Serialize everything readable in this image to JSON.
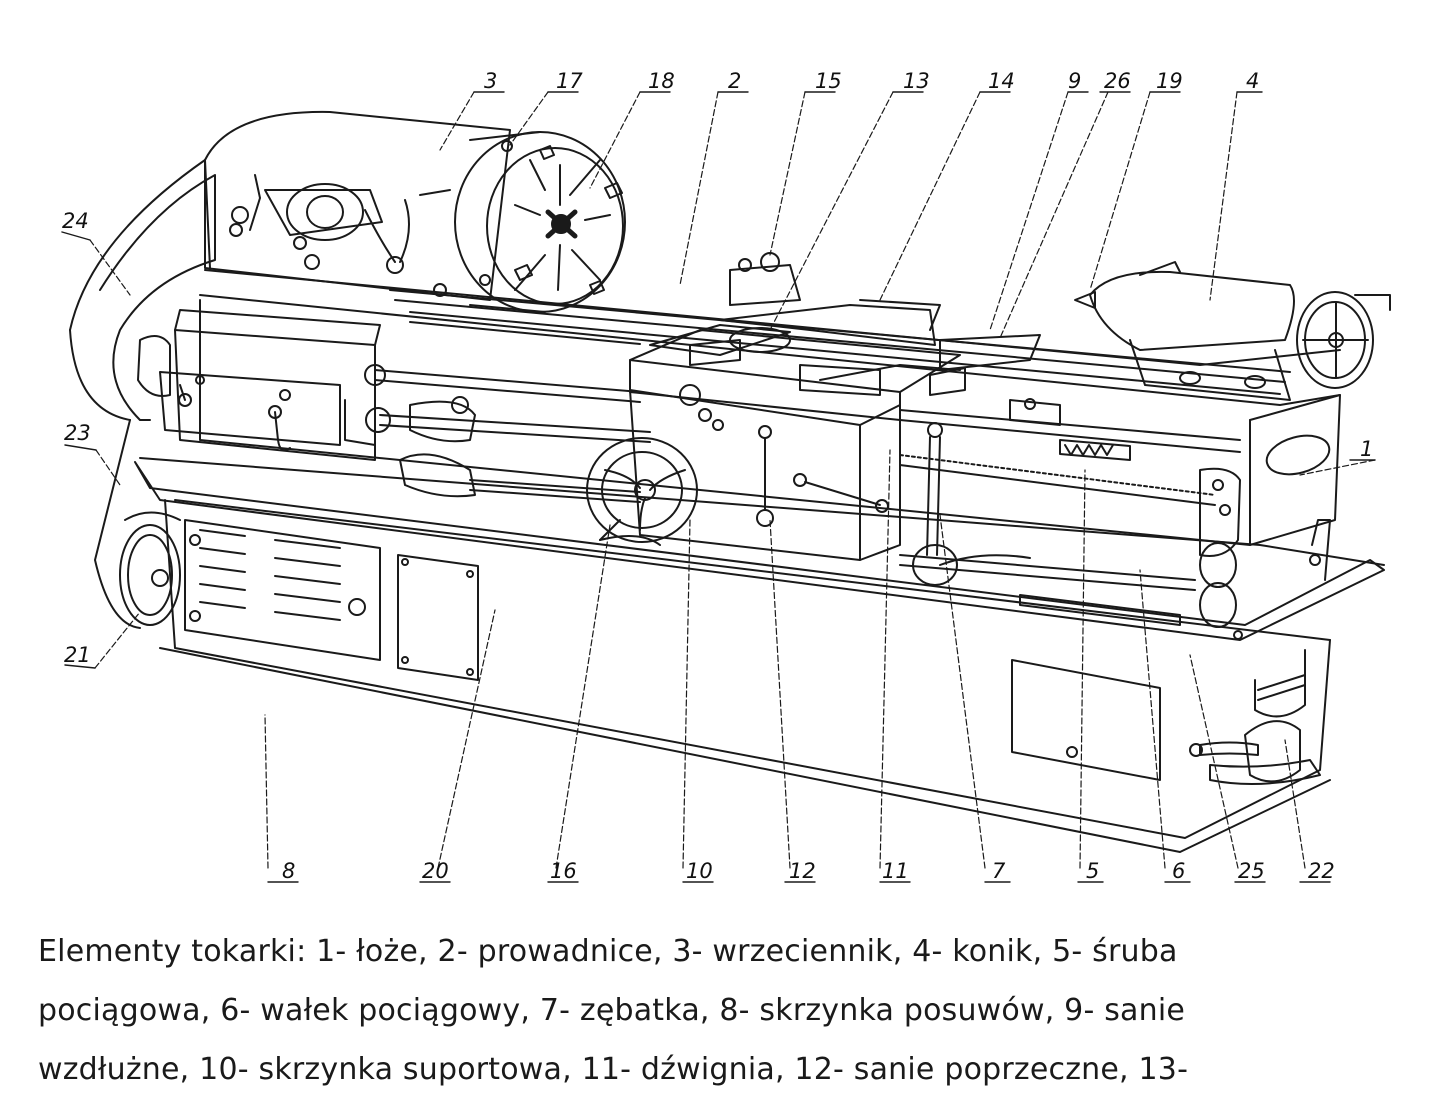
{
  "diagram": {
    "title": "Elementy tokarki",
    "labels_top": [
      "3",
      "17",
      "18",
      "2",
      "15",
      "13",
      "14",
      "9",
      "26",
      "19",
      "4"
    ],
    "labels_left": [
      "24",
      "23",
      "21"
    ],
    "labels_right": [
      "1"
    ],
    "labels_bottom": [
      "8",
      "20",
      "16",
      "10",
      "12",
      "11",
      "7",
      "5",
      "6",
      "25",
      "22"
    ]
  },
  "caption": {
    "lines": [
      "Elementy tokarki: 1- łoże, 2- prowadnice, 3- wrzeciennik, 4- konik, 5- śruba",
      "pociągowa, 6- wałek pociągowy, 7- zębatka, 8- skrzynka posuwów, 9- sanie",
      "wzdłużne, 10- skrzynka suportowa, 11- dźwignia, 12- sanie poprzeczne, 13-"
    ]
  }
}
